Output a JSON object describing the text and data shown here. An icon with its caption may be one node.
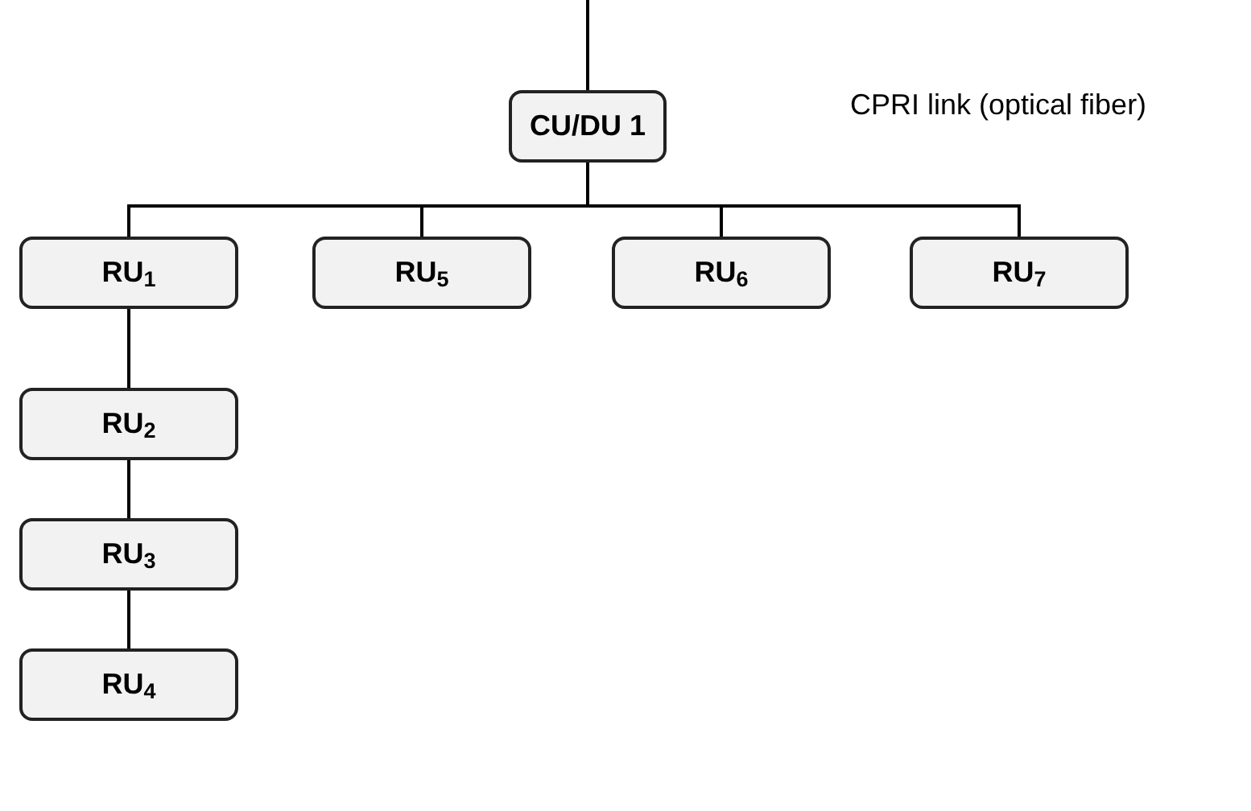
{
  "diagram": {
    "nodes": [
      {
        "text": [
          "CU/DU 1"
        ]
      },
      {
        "text": [
          "RU$_{1}$"
        ]
      },
      {
        "text": [
          "RU$_{5}$"
        ]
      },
      {
        "text": [
          "RU$_{6}$"
        ]
      },
      {
        "text": [
          "RU$_{7}$"
        ]
      },
      {
        "text": [
          "RU$_{2}$"
        ]
      },
      {
        "text": [
          "RU$_{3}$"
        ]
      },
      {
        "text": [
          "RU$_{4}$"
        ]
      }
    ],
    "edges": [
      {
        "from": null,
        "to": 0,
        "arrow": "none"
      },
      {
        "from": 0,
        "to": 1,
        "arrow": "none"
      },
      {
        "from": 0,
        "to": 2,
        "arrow": "none"
      },
      {
        "from": 0,
        "to": 3,
        "arrow": "none"
      },
      {
        "from": 0,
        "to": 4,
        "arrow": "none"
      },
      {
        "from": 1,
        "to": 5,
        "arrow": "none"
      },
      {
        "from": 5,
        "to": 6,
        "arrow": "none"
      },
      {
        "from": 6,
        "to": 7,
        "arrow": "none"
      }
    ],
    "labels": [
      "CPRI link (optical fiber)"
    ]
  }
}
